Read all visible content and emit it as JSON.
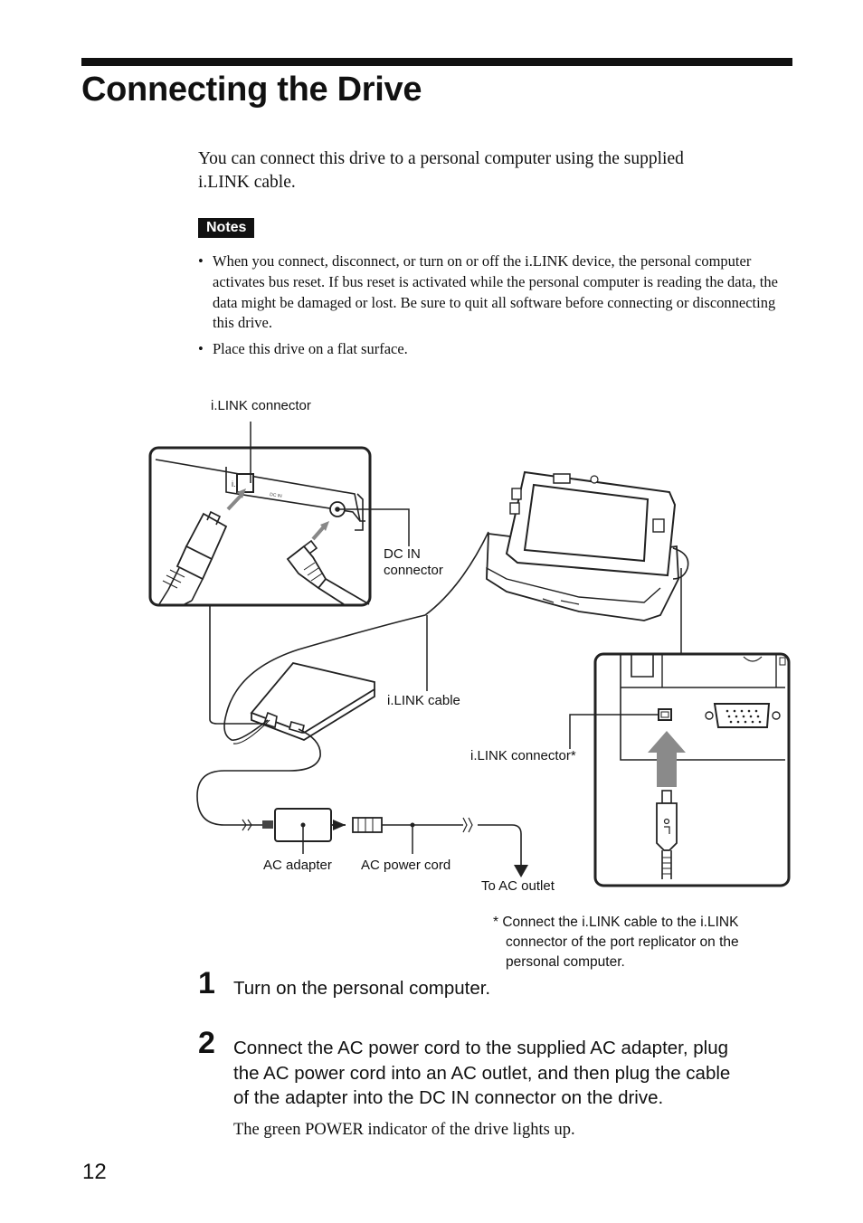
{
  "header": {
    "title": "Connecting the Drive"
  },
  "intro": {
    "line1": "You can connect this drive to a personal computer using the supplied",
    "line2": "i.LINK cable."
  },
  "notes": {
    "badge": "Notes",
    "items": [
      "When you connect, disconnect, or turn on or off the i.LINK device, the personal computer activates bus reset. If bus reset is activated while the personal computer is reading the data, the data might be damaged or lost. Be sure to quit all software before connecting or disconnecting this drive.",
      "Place this drive on a flat surface."
    ]
  },
  "diagram": {
    "labels": {
      "ilink_connector_top": "i.LINK connector",
      "dc_in_line1": "DC IN",
      "dc_in_line2": "connector",
      "ilink_cable": "i.LINK cable",
      "ilink_connector_star": "i.LINK connector*",
      "ac_adapter": "AC adapter",
      "ac_power_cord": "AC power cord",
      "to_ac_outlet": "To AC outlet"
    },
    "footnote": {
      "line1": "* Connect the i.LINK cable to the i.LINK",
      "line2": "connector of the port replicator on the",
      "line3": "personal computer."
    }
  },
  "steps": [
    {
      "number": "1",
      "text": "Turn on the personal computer."
    },
    {
      "number": "2",
      "line1": "Connect the AC power cord to the supplied AC adapter, plug",
      "line2": "the AC power cord into an AC outlet, and then plug the cable",
      "line3": "of the adapter into the DC IN connector on the drive.",
      "note": "The green POWER indicator of the drive lights up."
    }
  ],
  "footer": {
    "page_number": "12"
  }
}
